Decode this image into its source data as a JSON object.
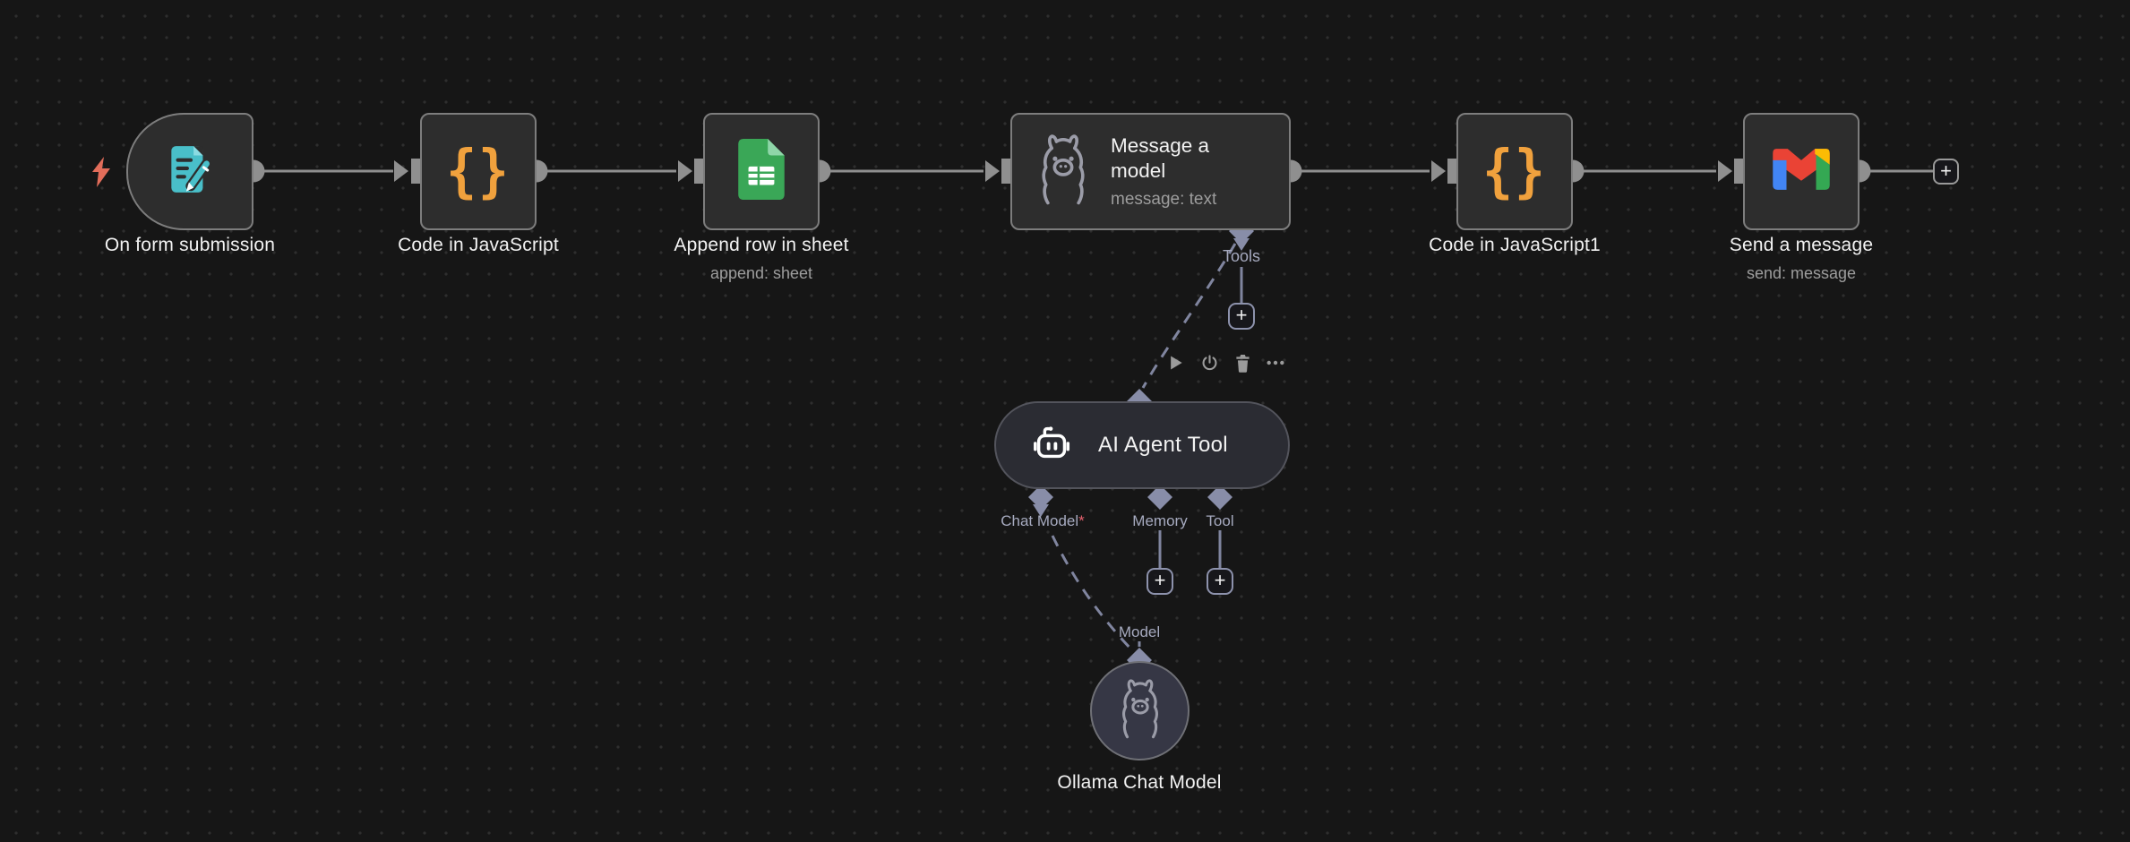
{
  "nodes": [
    {
      "name": "On form submission",
      "icon": "form-trigger-icon"
    },
    {
      "name": "Code in JavaScript",
      "icon": "code-braces-icon"
    },
    {
      "name": "Append row in sheet",
      "subtitle": "append: sheet",
      "icon": "google-sheets-icon"
    },
    {
      "name": "Message a model",
      "subtitle": "message: text",
      "icon": "llama-icon"
    },
    {
      "name": "Code in JavaScript1",
      "icon": "code-braces-icon"
    },
    {
      "name": "Send a message",
      "subtitle": "send: message",
      "icon": "gmail-icon"
    }
  ],
  "code_glyph": "{}",
  "agent": {
    "name": "AI Agent Tool",
    "icon": "robot-icon",
    "required_marker": "*"
  },
  "ports": {
    "tools": "Tools",
    "chat_model": "Chat Model",
    "memory": "Memory",
    "tool": "Tool",
    "model": "Model"
  },
  "ollama": {
    "name": "Ollama Chat Model",
    "icon": "llama-icon"
  },
  "toolbar": {
    "buttons": [
      {
        "icon": "play-icon"
      },
      {
        "icon": "power-icon"
      },
      {
        "icon": "trash-icon"
      },
      {
        "icon": "ellipsis-icon"
      }
    ]
  },
  "plus_label": "+",
  "trigger_marker_icon": "lightning-bolt-icon",
  "colors": {
    "canvas_bg": "#161616",
    "grid_dot": "#2e2e2e",
    "node_fill": "#2d2d2d",
    "node_border": "#7d7d7d",
    "connector_gray": "#8f8f8f",
    "lavender_connector": "#80859f",
    "lavender_diamond": "#888da8",
    "port_label": "#a6aabf",
    "accent_orange": "#f0a13d",
    "accent_teal": "#49bfc9",
    "sheets_green": "#3aa757",
    "gmail_red": "#ea4335",
    "gmail_blue": "#4285f4",
    "gmail_yellow": "#fbbc04",
    "gmail_green": "#34a853",
    "bolt_red": "#e26d5a",
    "required_red": "#e4606d",
    "agent_fill": "#2b2c33",
    "ollama_fill": "#363745"
  }
}
